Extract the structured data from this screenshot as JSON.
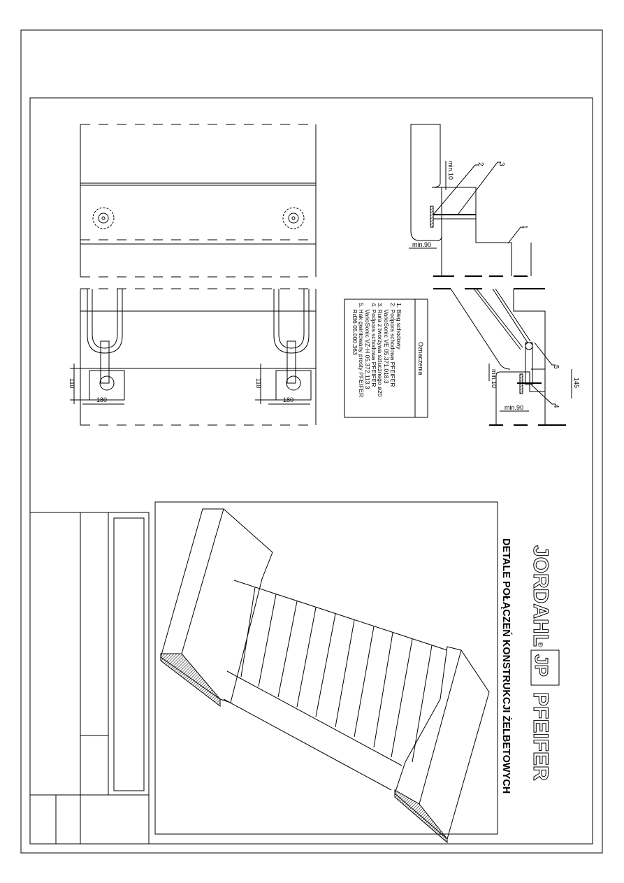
{
  "drawing": {
    "title": "DETALE POŁĄCZEŃ KONSTRUKCJI ŻELBETOWYCH",
    "logo": {
      "brand1": "JORDAHL",
      "registered": "®",
      "monogram": "JP",
      "brand2": "PFEIFER"
    }
  },
  "legend": {
    "title": "Oznaczenia",
    "lines": [
      "1. Bieg schodowy",
      "2. Podpora schodowa PFEIFER",
      "    VarioSonic VE 05.371.018.3",
      "3. Rura z tworzywa sztucznego ø20",
      "4. Podpora schodowa PFEIFER",
      "    VarioSonic VZ-H 05.372.113.3",
      "5. Hak gwintowany prosty PFEIFER",
      "    Rd36 05.000.363"
    ]
  },
  "section": {
    "dim_min10_top": "min.10",
    "dim_min90_top": "min.90",
    "dim_min10_bottom": "min.10",
    "dim_min90_bottom": "min.90",
    "dim_145": "145",
    "callouts": [
      "1",
      "2",
      "3",
      "4",
      "5"
    ]
  },
  "plan": {
    "dim_110_left": "110",
    "dim_110_right": "110",
    "dim_180_left": "180",
    "dim_180_right": "180"
  }
}
